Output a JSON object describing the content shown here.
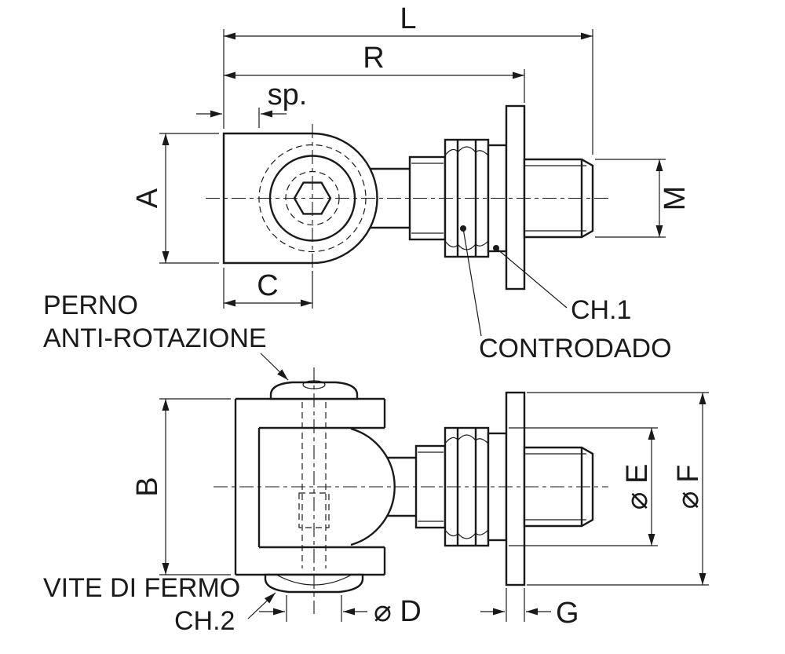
{
  "page": {
    "background": "#ffffff",
    "line_color": "#1a1a1a"
  },
  "views": {
    "top_view": {
      "dimensions": {
        "overall_length": "L",
        "to_flange_length": "R",
        "plate_thickness": "sp.",
        "eye_height": "A",
        "eye_width": "C",
        "thread_size": "M"
      },
      "callouts": {
        "wrench_size_1": "CH.1",
        "locknut": "CONTRODADO"
      }
    },
    "bottom_view": {
      "dimensions": {
        "bracket_height": "B",
        "washer_diameter": "⌀ D",
        "ring_diameter": "⌀ E",
        "flange_diameter": "⌀ F",
        "flange_thickness": "G"
      },
      "callouts": {
        "anti_rotation_pin_line1": "PERNO",
        "anti_rotation_pin_line2": "ANTI-ROTAZIONE",
        "set_screw": "VITE DI FERMO",
        "wrench_size_2": "CH.2"
      }
    }
  }
}
